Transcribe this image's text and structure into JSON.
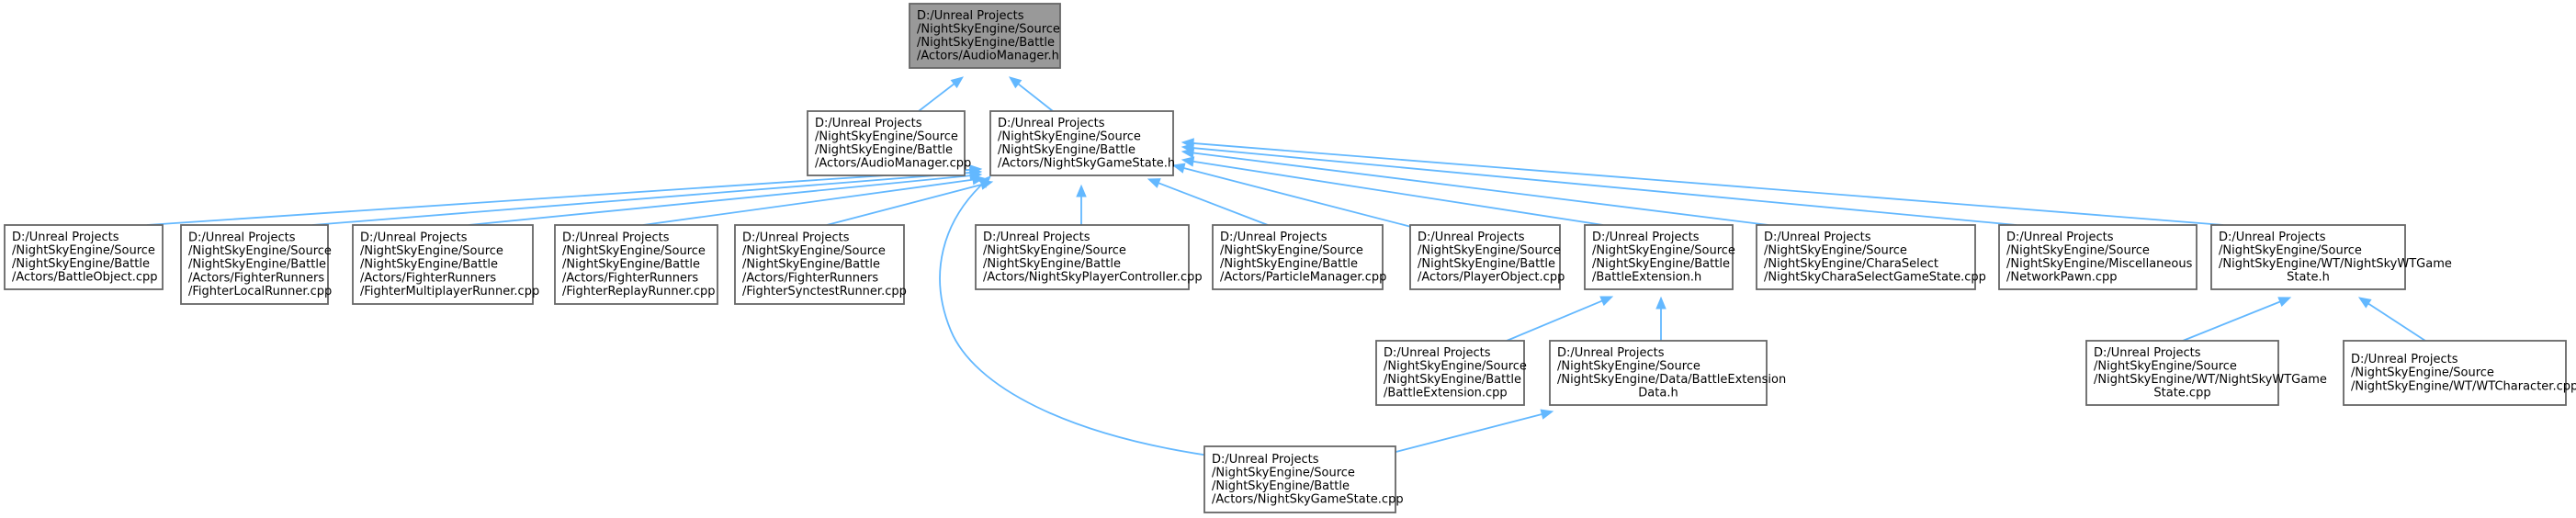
{
  "diagram": {
    "type": "include-dependency-graph",
    "colors": {
      "edge": "#63b8ff",
      "root_fill": "#999999",
      "node_fill": "#ffffff",
      "node_border": "#666666"
    },
    "nodes": [
      {
        "id": "audiomanager_h",
        "root": true,
        "lines": [
          "D:/Unreal Projects",
          "/NightSkyEngine/Source",
          "/NightSkyEngine/Battle",
          "/Actors/AudioManager.h"
        ]
      },
      {
        "id": "audiomanager_cpp",
        "lines": [
          "D:/Unreal Projects",
          "/NightSkyEngine/Source",
          "/NightSkyEngine/Battle",
          "/Actors/AudioManager.cpp"
        ]
      },
      {
        "id": "nightskygamestate_h",
        "lines": [
          "D:/Unreal Projects",
          "/NightSkyEngine/Source",
          "/NightSkyEngine/Battle",
          "/Actors/NightSkyGameState.h"
        ]
      },
      {
        "id": "battleobject_cpp",
        "lines": [
          "D:/Unreal Projects",
          "/NightSkyEngine/Source",
          "/NightSkyEngine/Battle",
          "/Actors/BattleObject.cpp"
        ]
      },
      {
        "id": "fighterlocalrunner_cpp",
        "lines": [
          "D:/Unreal Projects",
          "/NightSkyEngine/Source",
          "/NightSkyEngine/Battle",
          "/Actors/FighterRunners",
          "/FighterLocalRunner.cpp"
        ]
      },
      {
        "id": "fightermultiplayerrunner_cpp",
        "lines": [
          "D:/Unreal Projects",
          "/NightSkyEngine/Source",
          "/NightSkyEngine/Battle",
          "/Actors/FighterRunners",
          "/FighterMultiplayerRunner.cpp"
        ]
      },
      {
        "id": "fighterreplayrunner_cpp",
        "lines": [
          "D:/Unreal Projects",
          "/NightSkyEngine/Source",
          "/NightSkyEngine/Battle",
          "/Actors/FighterRunners",
          "/FighterReplayRunner.cpp"
        ]
      },
      {
        "id": "fightersynctestrunner_cpp",
        "lines": [
          "D:/Unreal Projects",
          "/NightSkyEngine/Source",
          "/NightSkyEngine/Battle",
          "/Actors/FighterRunners",
          "/FighterSynctestRunner.cpp"
        ]
      },
      {
        "id": "nightskyplayercontroller_cpp",
        "lines": [
          "D:/Unreal Projects",
          "/NightSkyEngine/Source",
          "/NightSkyEngine/Battle",
          "/Actors/NightSkyPlayerController.cpp"
        ]
      },
      {
        "id": "particlemanager_cpp",
        "lines": [
          "D:/Unreal Projects",
          "/NightSkyEngine/Source",
          "/NightSkyEngine/Battle",
          "/Actors/ParticleManager.cpp"
        ]
      },
      {
        "id": "playerobject_cpp",
        "lines": [
          "D:/Unreal Projects",
          "/NightSkyEngine/Source",
          "/NightSkyEngine/Battle",
          "/Actors/PlayerObject.cpp"
        ]
      },
      {
        "id": "battleextension_h",
        "lines": [
          "D:/Unreal Projects",
          "/NightSkyEngine/Source",
          "/NightSkyEngine/Battle",
          "/BattleExtension.h"
        ]
      },
      {
        "id": "charaselectgamestate_cpp",
        "lines": [
          "D:/Unreal Projects",
          "/NightSkyEngine/Source",
          "/NightSkyEngine/CharaSelect",
          "/NightSkyCharaSelectGameState.cpp"
        ]
      },
      {
        "id": "networkpawn_cpp",
        "lines": [
          "D:/Unreal Projects",
          "/NightSkyEngine/Source",
          "/NightSkyEngine/Miscellaneous",
          "/NetworkPawn.cpp"
        ]
      },
      {
        "id": "nightskywtgamestate_h",
        "lines": [
          "D:/Unreal Projects",
          "/NightSkyEngine/Source",
          "/NightSkyEngine/WT/NightSkyWTGame",
          "State.h"
        ]
      },
      {
        "id": "battleextension_cpp",
        "lines": [
          "D:/Unreal Projects",
          "/NightSkyEngine/Source",
          "/NightSkyEngine/Battle",
          "/BattleExtension.cpp"
        ]
      },
      {
        "id": "battleextensiondata_h",
        "lines": [
          "D:/Unreal Projects",
          "/NightSkyEngine/Source",
          "/NightSkyEngine/Data/BattleExtension",
          "Data.h"
        ]
      },
      {
        "id": "nightskywtgamestate_cpp",
        "lines": [
          "D:/Unreal Projects",
          "/NightSkyEngine/Source",
          "/NightSkyEngine/WT/NightSkyWTGame",
          "State.cpp"
        ]
      },
      {
        "id": "wtcharacter_cpp",
        "lines": [
          "D:/Unreal Projects",
          "/NightSkyEngine/Source",
          "/NightSkyEngine/WT/WTCharacter.cpp"
        ]
      },
      {
        "id": "nightskygamestate_cpp",
        "lines": [
          "D:/Unreal Projects",
          "/NightSkyEngine/Source",
          "/NightSkyEngine/Battle",
          "/Actors/NightSkyGameState.cpp"
        ]
      }
    ],
    "edges": [
      {
        "from": "audiomanager_cpp",
        "to": "audiomanager_h"
      },
      {
        "from": "nightskygamestate_h",
        "to": "audiomanager_h"
      },
      {
        "from": "battleobject_cpp",
        "to": "nightskygamestate_h"
      },
      {
        "from": "fighterlocalrunner_cpp",
        "to": "nightskygamestate_h"
      },
      {
        "from": "fightermultiplayerrunner_cpp",
        "to": "nightskygamestate_h"
      },
      {
        "from": "fighterreplayrunner_cpp",
        "to": "nightskygamestate_h"
      },
      {
        "from": "fightersynctestrunner_cpp",
        "to": "nightskygamestate_h"
      },
      {
        "from": "nightskyplayercontroller_cpp",
        "to": "nightskygamestate_h"
      },
      {
        "from": "particlemanager_cpp",
        "to": "nightskygamestate_h"
      },
      {
        "from": "playerobject_cpp",
        "to": "nightskygamestate_h"
      },
      {
        "from": "battleextension_h",
        "to": "nightskygamestate_h"
      },
      {
        "from": "charaselectgamestate_cpp",
        "to": "nightskygamestate_h"
      },
      {
        "from": "networkpawn_cpp",
        "to": "nightskygamestate_h"
      },
      {
        "from": "nightskywtgamestate_h",
        "to": "nightskygamestate_h"
      },
      {
        "from": "nightskygamestate_cpp",
        "to": "nightskygamestate_h"
      },
      {
        "from": "battleextension_cpp",
        "to": "battleextension_h"
      },
      {
        "from": "battleextensiondata_h",
        "to": "battleextension_h"
      },
      {
        "from": "nightskygamestate_cpp",
        "to": "battleextensiondata_h"
      },
      {
        "from": "nightskywtgamestate_cpp",
        "to": "nightskywtgamestate_h"
      },
      {
        "from": "wtcharacter_cpp",
        "to": "nightskywtgamestate_h"
      }
    ]
  }
}
